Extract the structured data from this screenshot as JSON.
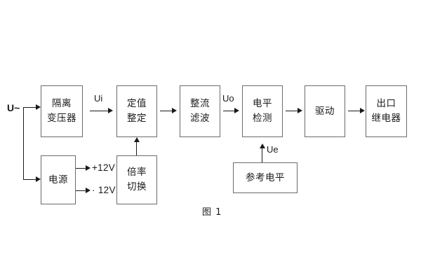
{
  "diagram": {
    "caption": "图 1",
    "source_label": "U~",
    "blocks": [
      {
        "id": "isolation-transformer",
        "lines": [
          "隔离",
          "变压器"
        ]
      },
      {
        "id": "setting-value",
        "lines": [
          "定值",
          "整定"
        ]
      },
      {
        "id": "rectify-filter",
        "lines": [
          "整流",
          "滤波"
        ]
      },
      {
        "id": "level-detect",
        "lines": [
          "电平",
          "检测"
        ]
      },
      {
        "id": "driver",
        "lines": [
          "驱动"
        ]
      },
      {
        "id": "output-relay",
        "lines": [
          "出口",
          "继电器"
        ]
      },
      {
        "id": "power-supply",
        "lines": [
          "电源"
        ]
      },
      {
        "id": "multiplier-switch",
        "lines": [
          "倍率",
          "切换"
        ]
      },
      {
        "id": "reference-level",
        "lines": [
          "参考电平"
        ]
      }
    ],
    "signals": {
      "ui": "Ui",
      "uo": "Uo",
      "ue": "Ue"
    },
    "rails": {
      "positive": "+12V",
      "negative": "· 12V"
    },
    "colors": {
      "box_border": "#6b6b6b",
      "line": "#1a1a1a",
      "text": "#1a1a1a",
      "background": "#ffffff"
    }
  }
}
